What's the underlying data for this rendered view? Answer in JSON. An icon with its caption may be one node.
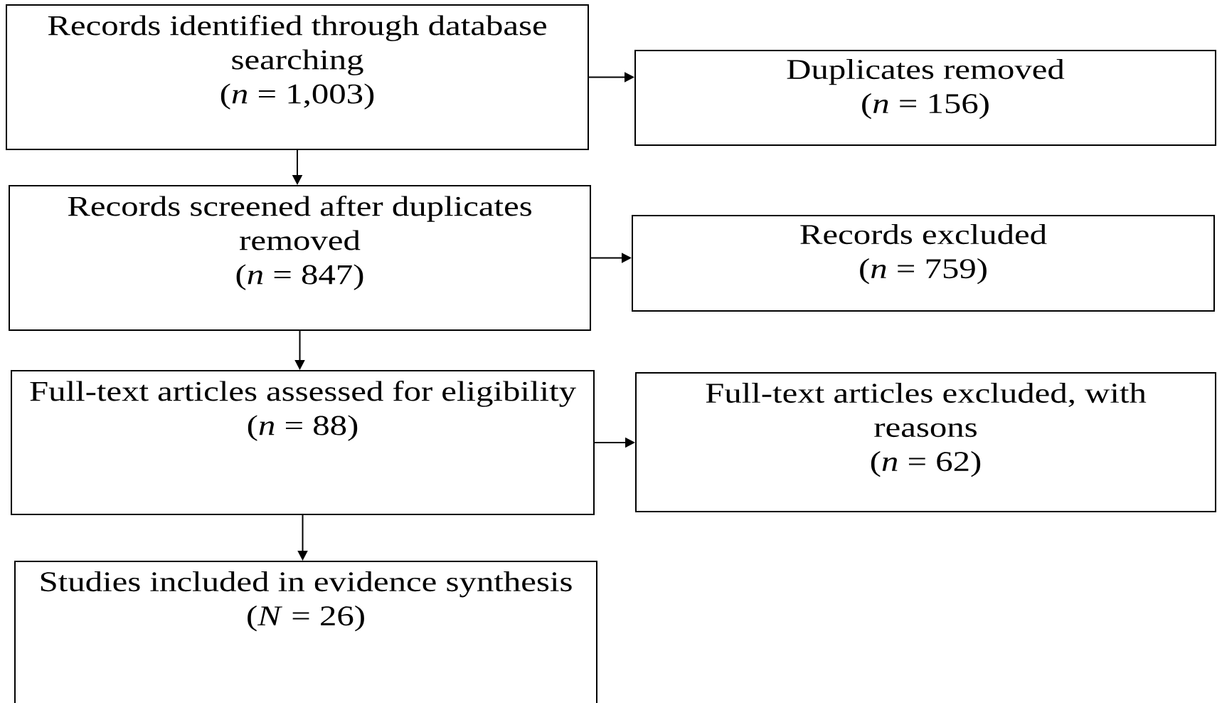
{
  "diagram": {
    "nodes": [
      {
        "text": [
          "Records identified through database searching",
          "(*n* = 1,003)"
        ]
      },
      {
        "text": [
          "Duplicates removed",
          "(*n* = 156)"
        ]
      },
      {
        "text": [
          "Records screened after duplicates removed",
          "(*n* = 847)"
        ]
      },
      {
        "text": [
          "Records excluded",
          "(*n* = 759)"
        ]
      },
      {
        "text": [
          "Full-text articles assessed for eligibility",
          "(*n* = 88)"
        ]
      },
      {
        "text": [
          "Full-text articles excluded, with reasons",
          "(*n* = 62)"
        ]
      },
      {
        "text": [
          "Studies included in evidence synthesis",
          "(*N* = 26)"
        ]
      }
    ],
    "edges": [
      {
        "from": 0,
        "to": 1,
        "arrow": "to"
      },
      {
        "from": 0,
        "to": 2,
        "arrow": "to"
      },
      {
        "from": 2,
        "to": 3,
        "arrow": "to"
      },
      {
        "from": 2,
        "to": 4,
        "arrow": "to"
      },
      {
        "from": 4,
        "to": 5,
        "arrow": "to"
      },
      {
        "from": 4,
        "to": 6,
        "arrow": "to"
      }
    ]
  }
}
